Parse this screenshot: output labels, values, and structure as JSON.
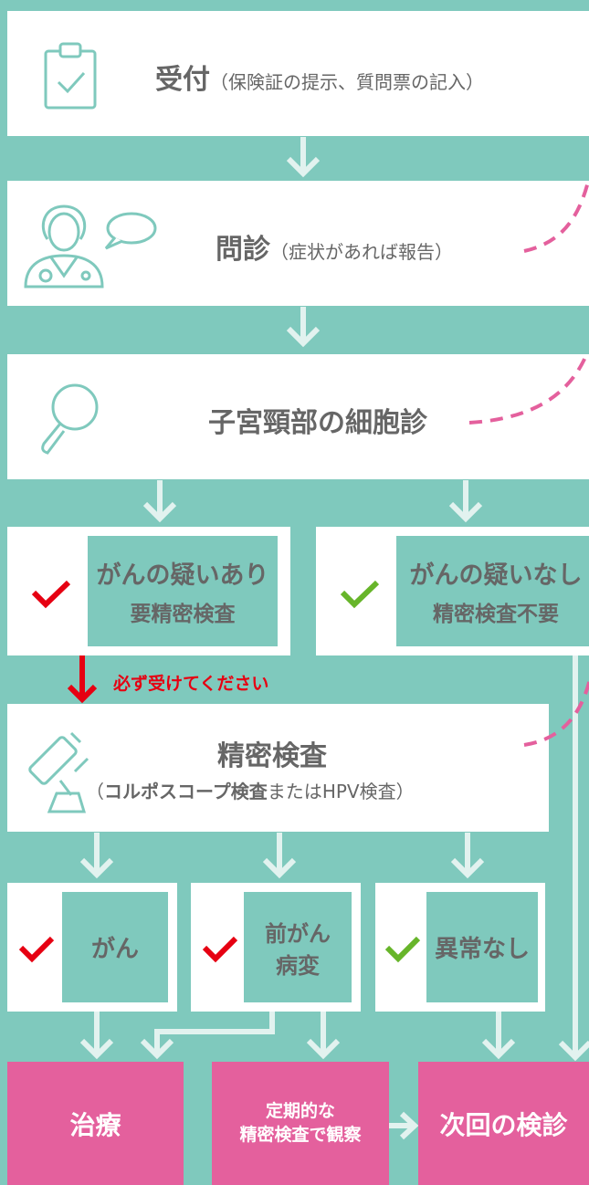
{
  "steps": {
    "reception": {
      "title": "受付",
      "note": "（保険証の提示、質問票の記入）"
    },
    "interview": {
      "title": "問診",
      "note": "（症状があれば報告）"
    },
    "cytology": {
      "title": "子宮頸部の細胞診"
    }
  },
  "results1": {
    "suspected": {
      "line1": "がんの疑いあり",
      "line2": "要精密検査"
    },
    "not_suspected": {
      "line1": "がんの疑いなし",
      "line2": "精密検査不要"
    }
  },
  "must_note": "必ず受けてください",
  "detailed": {
    "title": "精密検査",
    "note_open": "（",
    "note_bold": "コルポスコープ検査",
    "note_mid": "または",
    "note_plain": "HPV検査",
    "note_close": "）"
  },
  "results2": {
    "cancer": "がん",
    "precancer_l1": "前がん",
    "precancer_l2": "病変",
    "normal": "異常なし"
  },
  "outcomes": {
    "treatment": "治療",
    "periodic_l1": "定期的な",
    "periodic_l2": "精密検査で観察",
    "next": "次回の検診"
  },
  "colors": {
    "background": "#7fc9bd",
    "pink": "#e4609d",
    "red_check": "#e60012",
    "green_check": "#67b52a",
    "icon": "#7fc9bd"
  },
  "icons": [
    "clipboard-check-icon",
    "doctor-icon",
    "speech-bubble-icon",
    "magnifier-icon",
    "microscope-icon",
    "check-mark-icon",
    "arrow-down-icon",
    "arrow-right-icon"
  ]
}
